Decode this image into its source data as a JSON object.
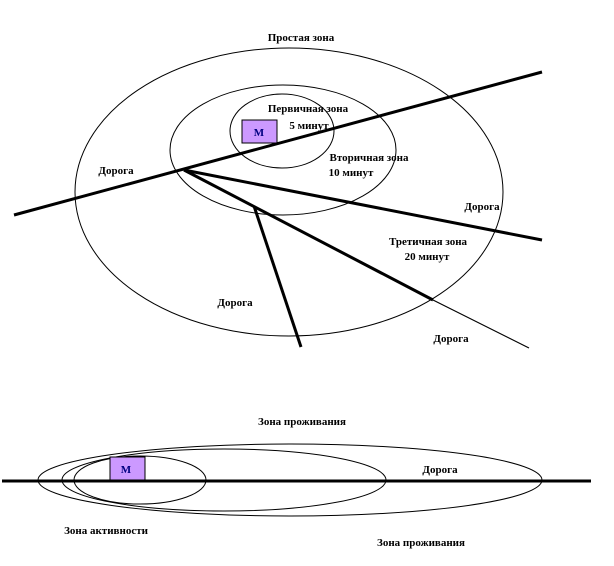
{
  "top_diagram": {
    "outer_zone_label": "Простая зона",
    "primary_zone_label": "Первичная зона",
    "primary_zone_time": "5 минут",
    "secondary_zone_label": "Вторичная зона",
    "secondary_zone_time": "10 минут",
    "tertiary_zone_label": "Третичная зона",
    "tertiary_zone_time": "20 минут",
    "store_label": "М",
    "road_labels": [
      "Дорога",
      "Дорога",
      "Дорога",
      "Дорога"
    ]
  },
  "bottom_diagram": {
    "residence_zone_label_top": "Зона проживания",
    "road_label": "Дорога",
    "activity_zone_label": "Зона активности",
    "residence_zone_label_bottom": "Зона проживания",
    "store_label": "М"
  },
  "colors": {
    "store_fill": "#cc99ff",
    "store_text": "#000080",
    "line": "#000000"
  }
}
